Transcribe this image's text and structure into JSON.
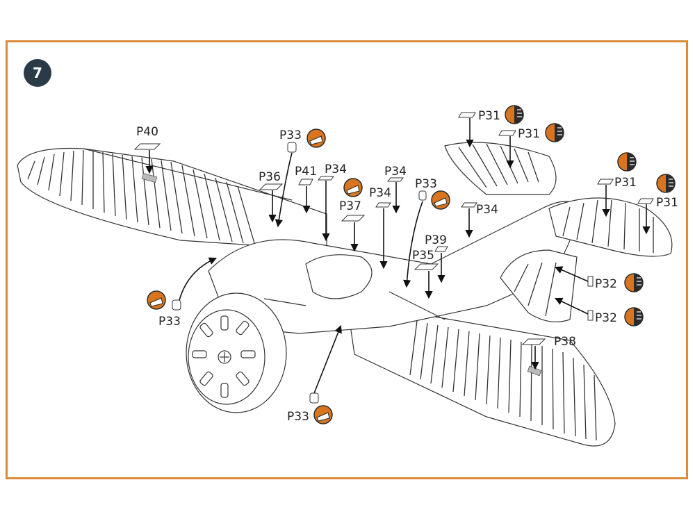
{
  "step": {
    "number": "7"
  },
  "colors": {
    "frame": "#d98a3a",
    "badge": "#2b3a47",
    "icon_orange": "#d9741f",
    "icon_dark": "#2b2b2b"
  },
  "labels": {
    "p31": "P31",
    "p32": "P32",
    "p33": "P33",
    "p34": "P34",
    "p35": "P35",
    "p36": "P36",
    "p37": "P37",
    "p38": "P38",
    "p39": "P39",
    "p40": "P40",
    "p41": "P41"
  },
  "icons": {
    "paint_half": "half-orange-paint-icon",
    "decal_apply": "decal-application-icon"
  }
}
